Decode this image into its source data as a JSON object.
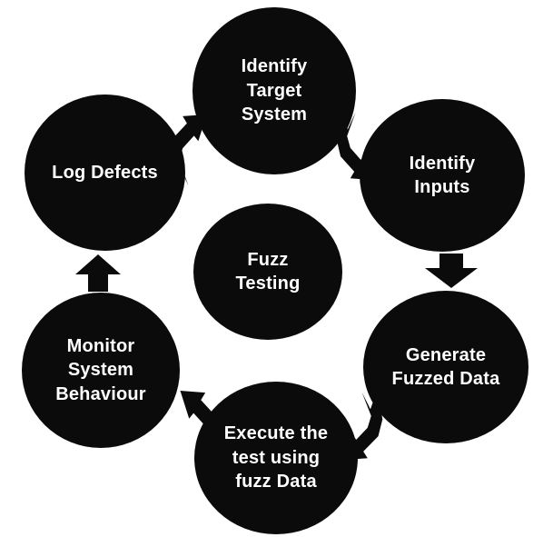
{
  "colors": {
    "node_fill": "#0b0b0b",
    "node_text": "#ffffff",
    "arrow": "#0b0b0b",
    "background": "#ffffff"
  },
  "diagram": {
    "type": "cycle",
    "center_node": {
      "lines": [
        "Fuzz",
        "Testing"
      ]
    },
    "nodes": {
      "identify_target_system": {
        "lines": [
          "Identify",
          "Target",
          "System"
        ]
      },
      "identify_inputs": {
        "lines": [
          "Identify",
          "Inputs"
        ]
      },
      "generate_fuzzed_data": {
        "lines": [
          "Generate",
          "Fuzzed Data"
        ]
      },
      "execute_test": {
        "lines": [
          "Execute the",
          "test using",
          "fuzz Data"
        ]
      },
      "monitor_system_behaviour": {
        "lines": [
          "Monitor",
          "System",
          "Behaviour"
        ]
      },
      "log_defects": {
        "lines": [
          "Log Defects"
        ]
      }
    },
    "arrows": [
      {
        "from": "Log Defects",
        "to": "Identify Target System",
        "direction": "up-right",
        "style": "bent-block-arrow"
      },
      {
        "from": "Identify Target System",
        "to": "Identify Inputs",
        "direction": "down-right",
        "style": "bent-block-arrow"
      },
      {
        "from": "Identify Inputs",
        "to": "Generate Fuzzed Data",
        "direction": "down",
        "style": "straight-block-arrow"
      },
      {
        "from": "Generate Fuzzed Data",
        "to": "Execute the test using fuzz Data",
        "direction": "down-left",
        "style": "bent-block-arrow"
      },
      {
        "from": "Execute the test using fuzz Data",
        "to": "Monitor System Behaviour",
        "direction": "up-left",
        "style": "bent-block-arrow"
      },
      {
        "from": "Monitor System Behaviour",
        "to": "Log Defects",
        "direction": "up",
        "style": "straight-block-arrow"
      }
    ]
  }
}
